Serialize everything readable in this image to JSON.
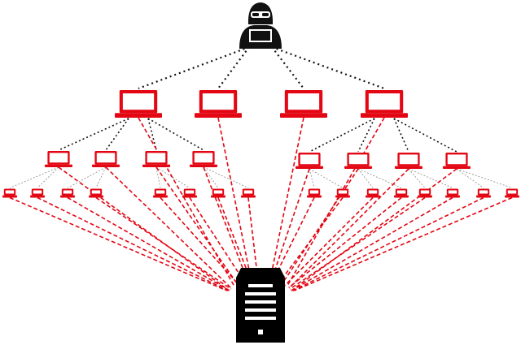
{
  "diagram": {
    "kind": "botnet-ddos-illustration",
    "colors": {
      "background": "#ffffff",
      "device": "#e30613",
      "device_screen": "#ffffff",
      "attacker": "#111111",
      "server": "#000000",
      "command_link": "#111111",
      "tier3_link": "#888888",
      "attack_link": "#e30613"
    },
    "icons": {
      "attacker": "hacker-icon",
      "device": "laptop-icon",
      "target": "server-icon"
    },
    "tiers": {
      "handlers": 4,
      "agents": 8,
      "bots": 16
    }
  }
}
